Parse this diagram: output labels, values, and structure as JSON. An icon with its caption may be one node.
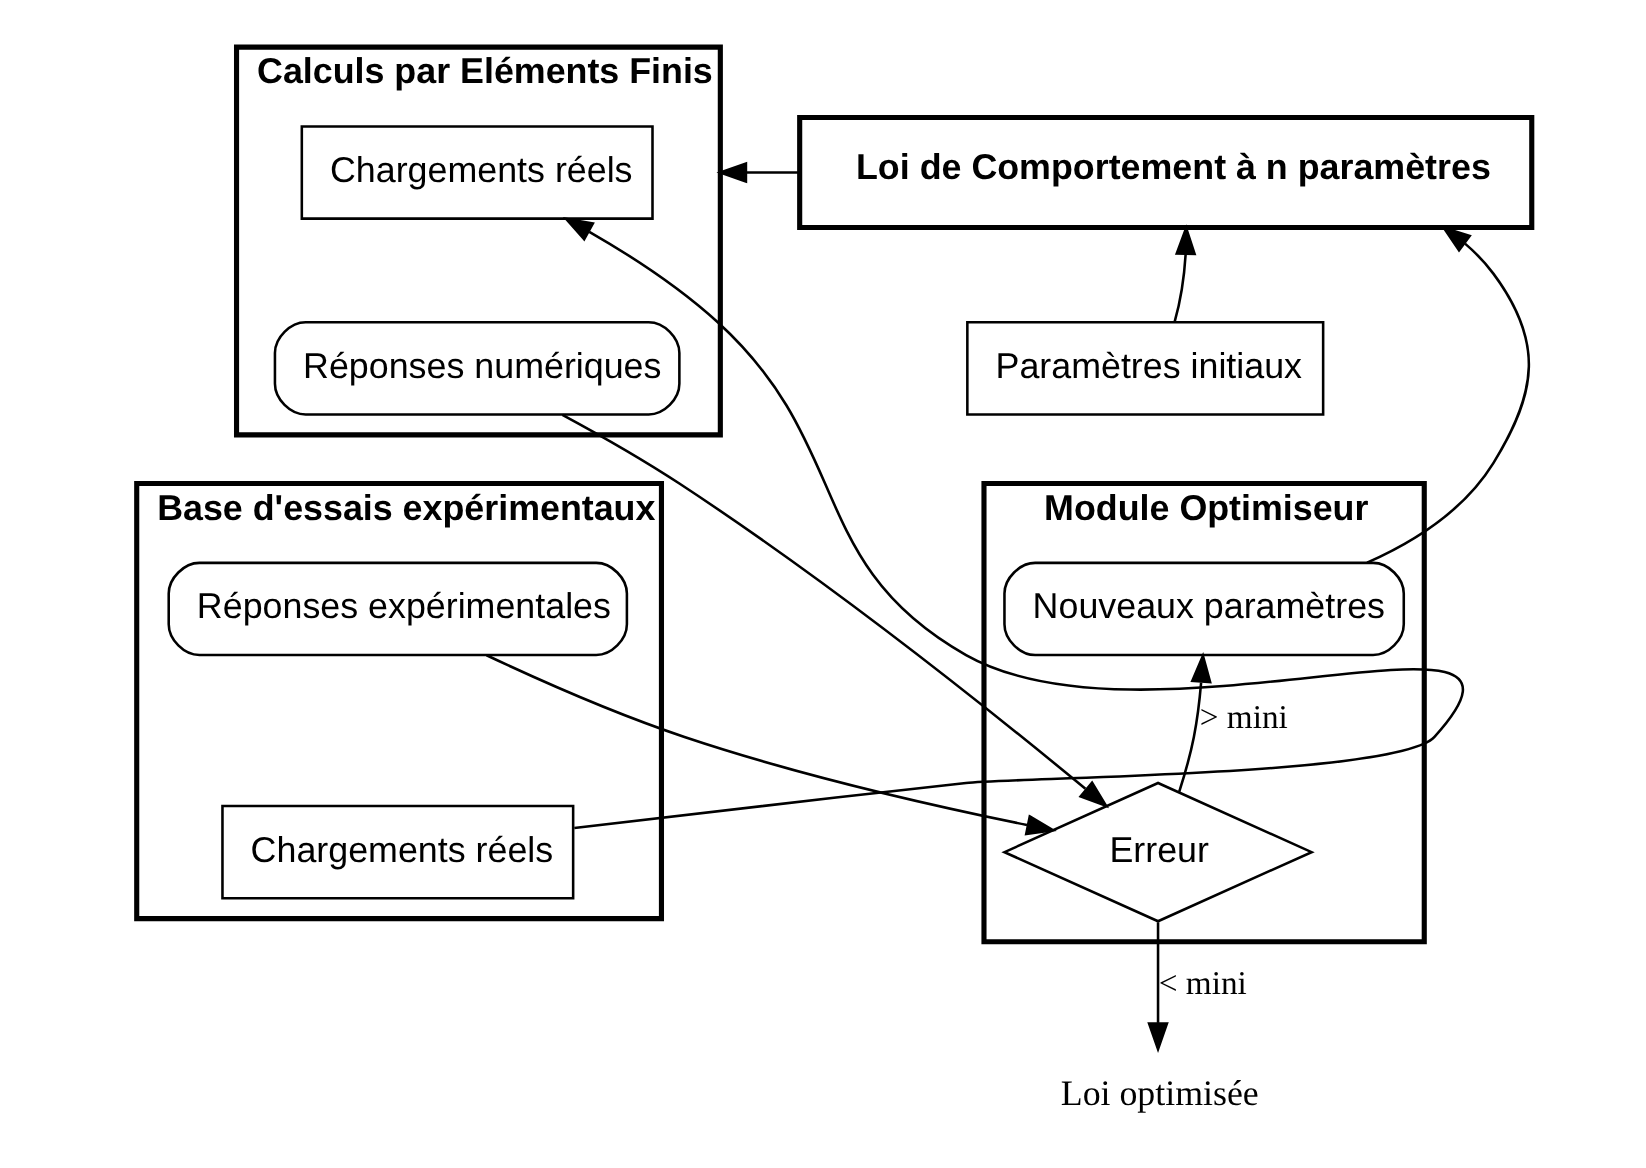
{
  "diagram": {
    "nodes": [
      {
        "text": [
          "Calculs par Eléments Finis"
        ]
      },
      {
        "text": [
          "Chargements réels"
        ],
        "in": 0
      },
      {
        "text": [
          "Réponses numériques"
        ],
        "in": 0
      },
      {
        "text": [
          "Loi de Comportement à n paramètres"
        ]
      },
      {
        "text": [
          "Paramètres initiaux"
        ]
      },
      {
        "text": [
          "Base d'essais expérimentaux"
        ]
      },
      {
        "text": [
          "Réponses expérimentales"
        ],
        "in": 5
      },
      {
        "text": [
          "Chargements réels"
        ],
        "in": 5
      },
      {
        "text": [
          "Module Optimiseur"
        ]
      },
      {
        "text": [
          "Nouveaux paramètres"
        ],
        "in": 8
      },
      {
        "text": [
          "Erreur"
        ],
        "in": 8
      },
      {
        "text": [
          "Loi optimisée"
        ]
      }
    ],
    "edges": [
      {
        "from": 3,
        "to": 0,
        "arrow": "to"
      },
      {
        "from": 4,
        "to": 3,
        "arrow": "to"
      },
      {
        "from": 9,
        "to": 3,
        "arrow": "to"
      },
      {
        "from": 10,
        "to": 9,
        "label": "> mini",
        "arrow": "to"
      },
      {
        "from": 10,
        "to": 11,
        "label": "< mini",
        "arrow": "to"
      },
      {
        "from": 7,
        "to": 1,
        "arrow": "to"
      },
      {
        "from": 2,
        "to": 10,
        "arrow": "to"
      },
      {
        "from": 6,
        "to": 10,
        "arrow": "to"
      }
    ]
  }
}
